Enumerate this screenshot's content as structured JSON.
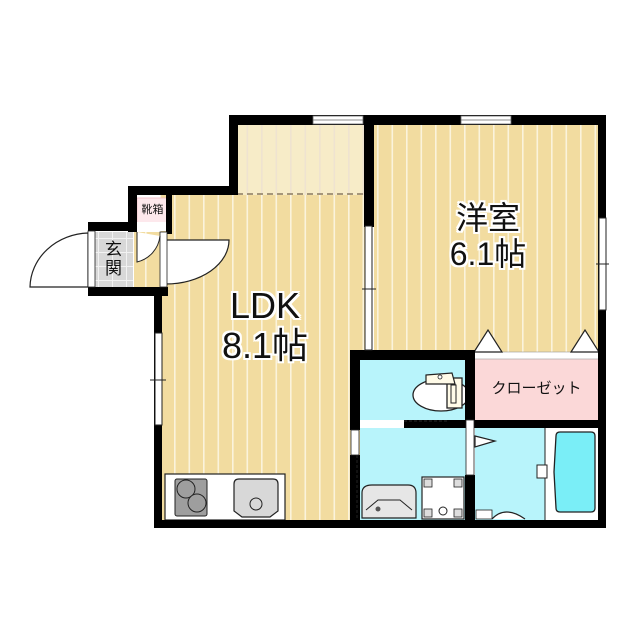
{
  "floor_plan": {
    "rooms": [
      {
        "id": "ldk",
        "name": "LDK",
        "size": "8.1帖"
      },
      {
        "id": "western_room",
        "name": "洋室",
        "size": "6.1帖"
      },
      {
        "id": "entrance",
        "name": "玄関"
      },
      {
        "id": "shoe_box",
        "name": "靴箱"
      },
      {
        "id": "closet",
        "name": "クローゼット"
      },
      {
        "id": "toilet",
        "name": ""
      },
      {
        "id": "washroom",
        "name": ""
      },
      {
        "id": "bathroom",
        "name": ""
      }
    ],
    "colors": {
      "wall": "#000000",
      "flooring": "#f2dca0",
      "flooring_light": "#f7ecc8",
      "flooring_line": "#fbf3dc",
      "wet_area": "#b8f4fb",
      "bathtub": "#7aeef7",
      "closet": "#fbd8d8",
      "entrance": "#d8d8d8",
      "kitchen_counter": "#ffffff"
    }
  }
}
